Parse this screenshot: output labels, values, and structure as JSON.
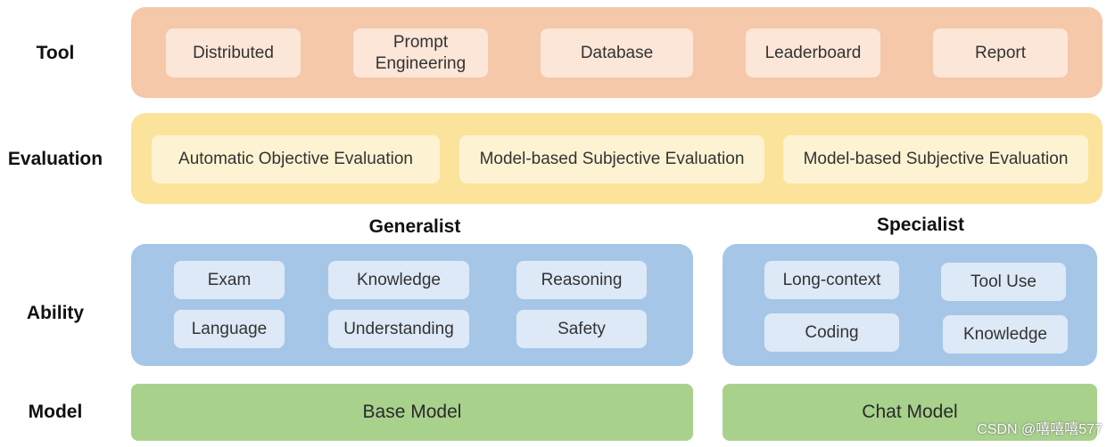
{
  "rows": {
    "tool": "Tool",
    "evaluation": "Evaluation",
    "ability": "Ability",
    "model": "Model"
  },
  "tool_items": [
    "Distributed",
    "Prompt\nEngineering",
    "Database",
    "Leaderboard",
    "Report"
  ],
  "evaluation_items": [
    "Automatic Objective Evaluation",
    "Model-based Subjective Evaluation",
    "Model-based Subjective Evaluation"
  ],
  "ability": {
    "generalist": {
      "title": "Generalist",
      "items": [
        "Exam",
        "Knowledge",
        "Reasoning",
        "Language",
        "Understanding",
        "Safety"
      ]
    },
    "specialist": {
      "title": "Specialist",
      "items": [
        "Long-context",
        "Tool Use",
        "Coding",
        "Knowledge"
      ]
    }
  },
  "models": {
    "base": "Base Model",
    "chat": "Chat Model"
  },
  "watermark": "CSDN @嘻嘻嘻577",
  "colors": {
    "tool_band": "#f5c8a9",
    "evaluation_band": "#fbe39b",
    "ability_band": "#a6c6e8",
    "model_band": "#a8d18c"
  }
}
